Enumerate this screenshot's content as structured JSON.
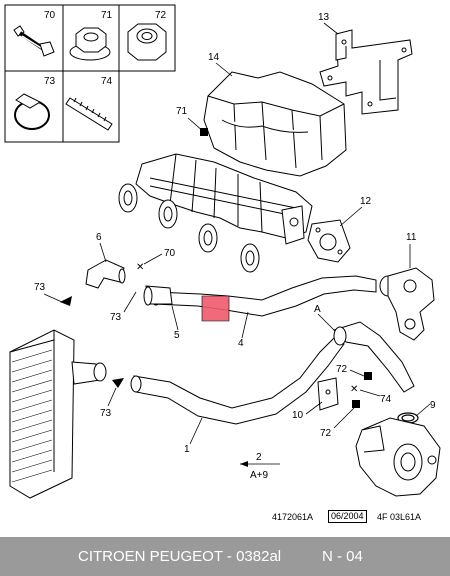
{
  "parts": {
    "p1": "1",
    "p2": "2",
    "p2_sub": "A+9",
    "p4": "4",
    "p5": "5",
    "p6": "6",
    "p9": "9",
    "p10": "10",
    "p11": "11",
    "p12": "12",
    "p13": "13",
    "p14": "14",
    "p70": "70",
    "p71": "71",
    "p72": "72",
    "p73": "73",
    "p74": "74",
    "pA": "A"
  },
  "reference": {
    "doc_id": "4172061A",
    "date": "06/2004",
    "code": "4F 03L61A"
  },
  "footer": {
    "text": "CITROEN PEUGEOT - 0382al",
    "page": "N - 04"
  },
  "colors": {
    "highlight": "#f05a6e",
    "footer_bg": "#9a9a9a"
  }
}
